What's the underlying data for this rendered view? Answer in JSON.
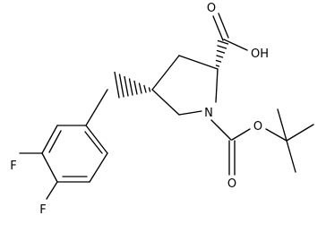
{
  "molecule": {
    "atoms": {
      "carboxyl_oxygen": "O",
      "hydroxyl": "OH",
      "ring_nitrogen": "N",
      "carbamate_oxygen_double": "O",
      "carbamate_oxygen_ester": "O",
      "fluorine_3": "F",
      "fluorine_4": "F"
    }
  }
}
